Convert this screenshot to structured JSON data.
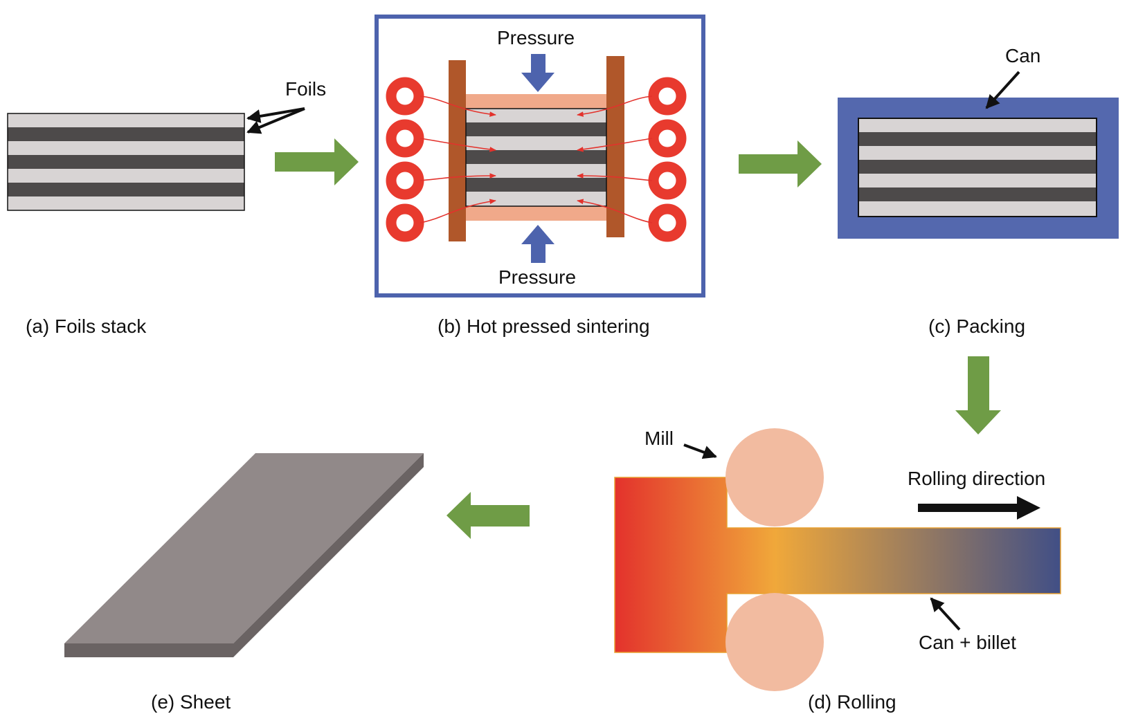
{
  "panels": {
    "a": {
      "caption": "(a) Foils stack",
      "foils_label": "Foils"
    },
    "b": {
      "caption": "(b) Hot pressed sintering",
      "pressure_top_label": "Pressure",
      "pressure_bottom_label": "Pressure"
    },
    "c": {
      "caption": "(c) Packing",
      "can_label": "Can"
    },
    "d": {
      "caption": "(d) Rolling",
      "mill_label": "Mill",
      "direction_label": "Rolling direction",
      "billet_label": "Can + billet"
    },
    "e": {
      "caption": "(e) Sheet"
    }
  },
  "colors": {
    "foil_light": "#d8d4d4",
    "foil_dark": "#4d4a4a",
    "flow_arrow": "#6f9c46",
    "pressure_arrow": "#4d63ad",
    "frame": "#4d63ad",
    "can": "#5468ae",
    "heater_coil": "#e83a2e",
    "electrode": "#b0572a",
    "punch": "#f0a98a",
    "mill_roll": "#f2bba0",
    "sheet_top": "#918989",
    "sheet_side": "#6a6363",
    "hot": "#e3322c",
    "warm": "#f0a83a",
    "cold": "#414f86"
  },
  "icons": {
    "process_arrow": "right-arrow",
    "heater": "ring",
    "pointer": "arrow"
  }
}
